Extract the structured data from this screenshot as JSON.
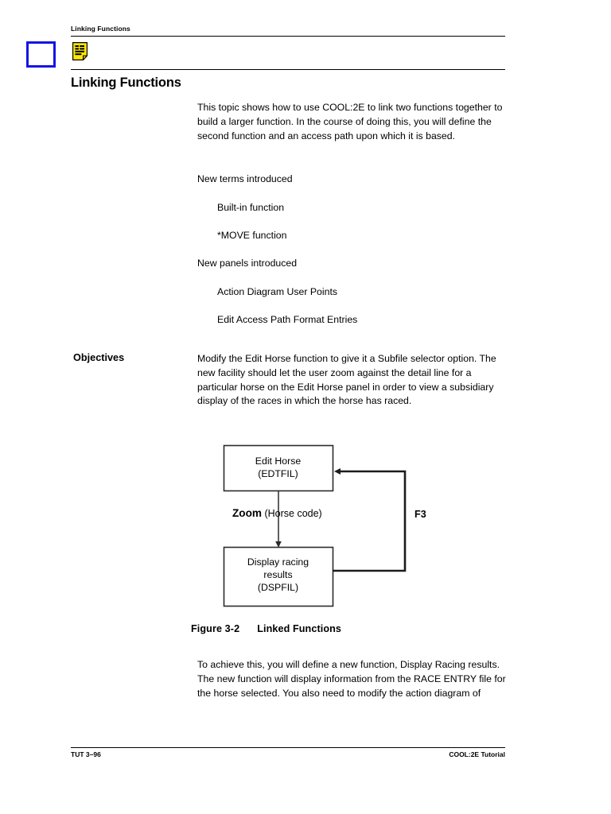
{
  "header": {
    "running_head": "Linking Functions",
    "note_icon": "note-page-icon",
    "marker_icon": "blue-square-marker"
  },
  "title": "Linking Functions",
  "intro_paragraph": "This topic shows how to use COOL:2E to link two functions together to build a larger function. In the course of doing this, you will define the second function and an access path upon which it is based.",
  "new_terms": {
    "heading": "New terms introduced",
    "items": [
      "Built-in function",
      "*MOVE function"
    ]
  },
  "new_panels": {
    "heading": "New panels introduced",
    "items": [
      "Action Diagram User Points",
      "Edit Access Path Format Entries"
    ]
  },
  "objectives": {
    "label": "Objectives",
    "text": "Modify the Edit Horse function to give it a Subfile selector option. The new facility should let the user zoom against the detail line for a particular horse on the Edit Horse panel in order to view a subsidiary display of the races in which the horse has raced."
  },
  "figure": {
    "box_top_line1": "Edit Horse",
    "box_top_line2": "(EDTFIL)",
    "box_bottom_line1": "Display racing",
    "box_bottom_line2": "results",
    "box_bottom_line3": "(DSPFIL)",
    "link_label_bold": "Zoom",
    "link_label_rest": " (Horse code)",
    "return_label": "F3",
    "caption_number": "Figure 3-2",
    "caption_title": "Linked Functions"
  },
  "final_paragraph": "To achieve this, you will define a new function, Display Racing results. The new function will display information from the RACE ENTRY file for the horse selected. You also need to modify the action diagram of",
  "footer": {
    "left": "TUT 3–96",
    "right": "COOL:2E Tutorial"
  },
  "colors": {
    "marker_blue": "#1414e6",
    "note_yellow": "#ffe800",
    "ink": "#000000"
  }
}
